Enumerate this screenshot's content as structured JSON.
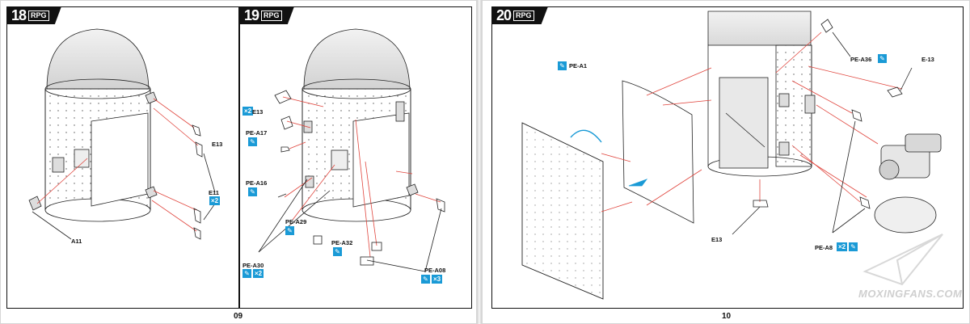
{
  "steps": [
    {
      "number": "18",
      "brand": "RPG"
    },
    {
      "number": "19",
      "brand": "RPG"
    },
    {
      "number": "20",
      "brand": "RPG"
    }
  ],
  "page_numbers": {
    "left": "09",
    "right": "10"
  },
  "step18": {
    "labels": {
      "e13": "E13",
      "e11": "E11",
      "a11": "A11"
    },
    "qty_e11": "×2"
  },
  "step19": {
    "labels": {
      "e13": "E13",
      "pe_a17": "PE-A17",
      "pe_a16": "PE-A16",
      "pe_a29": "PE-A29",
      "pe_a32": "PE-A32",
      "pe_a30": "PE-A30",
      "pe_a08": "PE-A08"
    },
    "qty_e13": "×2",
    "qty_a30": "×2",
    "qty_a08": "×3"
  },
  "step20": {
    "labels": {
      "pe_a1": "PE-A1",
      "pe_a36": "PE-A36",
      "e13_top": "E-13",
      "e13_bottom": "E13",
      "pe_a8": "PE-A8"
    },
    "qty_a8": "×2"
  },
  "watermark": "MOXINGFANS.COM",
  "colors": {
    "accent": "#1a9ad6",
    "callout": "#e0443c",
    "ink": "#111111"
  }
}
